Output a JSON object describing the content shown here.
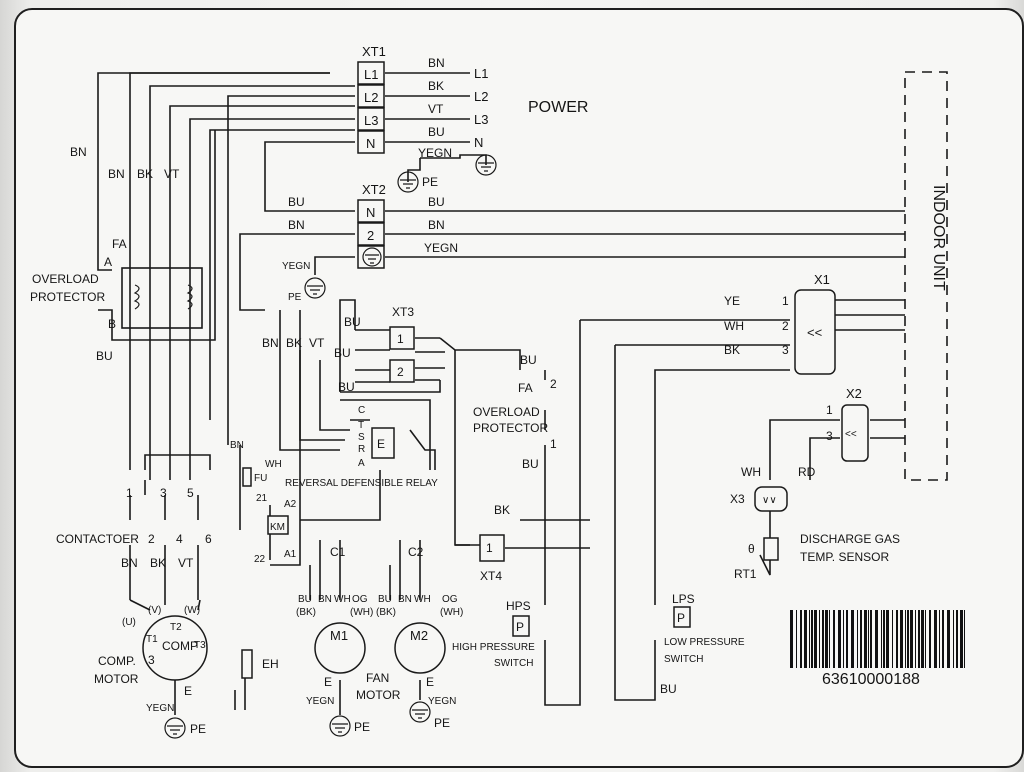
{
  "power": {
    "title": "POWER",
    "lines": [
      "L1",
      "L2",
      "L3",
      "N"
    ],
    "earth": "PE",
    "wire_colors": [
      "BN",
      "BK",
      "VT",
      "BU",
      "YEGN"
    ]
  },
  "terminals": {
    "xt1": {
      "label": "XT1",
      "pins": [
        "L1",
        "L2",
        "L3",
        "N"
      ]
    },
    "xt2": {
      "label": "XT2",
      "pins": [
        "N",
        "2"
      ]
    },
    "xt3": {
      "label": "XT3",
      "pins": [
        "1",
        "2"
      ]
    },
    "xt4": {
      "label": "XT4",
      "pins": [
        "1"
      ]
    },
    "x1": {
      "label": "X1"
    },
    "x2": {
      "label": "X2"
    },
    "x3": {
      "label": "X3"
    }
  },
  "indoor": {
    "label": "INDOOR UNIT",
    "wires": [
      {
        "color": "YE",
        "pin": "1"
      },
      {
        "color": "WH",
        "pin": "2"
      },
      {
        "color": "BK",
        "pin": "3"
      }
    ],
    "x2_pins": [
      "1",
      "3"
    ]
  },
  "left": {
    "overload": {
      "fa": "FA",
      "label": [
        "OVERLOAD",
        "PROTECTOR"
      ],
      "a": "A",
      "b": "B",
      "bu": "BU"
    },
    "contactor": {
      "label": "CONTACTOER",
      "top_pins": [
        "1",
        "3",
        "5"
      ],
      "bottom_pins": [
        "2",
        "4",
        "6"
      ],
      "wires": [
        "BN",
        "BK",
        "VT"
      ],
      "phases": [
        "(U)",
        "(V)",
        "(W)"
      ]
    },
    "comp": {
      "label": [
        "COMP.",
        "MOTOR"
      ],
      "center": "COMP",
      "t": [
        "T1",
        "T2",
        "T3"
      ],
      "num": "3",
      "e": "E",
      "earth_wire": "YEGN",
      "pe": "PE"
    },
    "top_wires": [
      "BN",
      "BN",
      "BK",
      "VT"
    ]
  },
  "relay": {
    "label": "REVERSAL DEFENSIBLE RELAY",
    "pins": [
      "C",
      "T",
      "S",
      "R",
      "A"
    ],
    "e": "E",
    "bn": "BN",
    "wh": "WH",
    "fu": "FU",
    "km": "KM",
    "km_pins": [
      "21",
      "22",
      "A2",
      "A1"
    ],
    "eh": "EH"
  },
  "xt3_area": {
    "bu": "BU",
    "wires": [
      "BN",
      "BK",
      "VT"
    ],
    "bu_top": "BU",
    "bu_bottom": "BU"
  },
  "xt2_area": {
    "bu": "BU",
    "bn": "BN",
    "yegn": "YEGN",
    "pe": "PE",
    "wires": [
      "BU",
      "BN",
      "YEGN"
    ]
  },
  "fan": {
    "c1": "C1",
    "c2": "C2",
    "m1": "M1",
    "m2": "M2",
    "label": [
      "FAN",
      "MOTOR"
    ],
    "m1_wires": [
      "BU",
      "BN",
      "WH",
      "OG"
    ],
    "m1_alt": [
      "(BK)",
      "(WH)"
    ],
    "m2_wires": [
      "BU",
      "BN",
      "WH",
      "OG"
    ],
    "m2_alt": [
      "(BK)",
      "(WH)"
    ],
    "e": "E",
    "earth_wire": "YEGN",
    "pe": "PE"
  },
  "switches": {
    "fa": {
      "label": "FA",
      "pins": [
        "2",
        "1"
      ],
      "caption": [
        "OVERLOAD",
        "PROTECTOR"
      ],
      "wires": [
        "BU",
        "BU"
      ]
    },
    "hps": {
      "label": "HPS",
      "p": "P",
      "caption": [
        "HIGH PRESSURE",
        "SWITCH"
      ]
    },
    "lps": {
      "label": "LPS",
      "p": "P",
      "caption": [
        "LOW PRESSURE",
        "SWITCH"
      ],
      "wire": "BU"
    },
    "bk": "BK"
  },
  "sensor": {
    "wh": "WH",
    "rd": "RD",
    "theta": "θ",
    "rt1": "RT1",
    "caption": [
      "DISCHARGE GAS",
      "TEMP. SENSOR"
    ]
  },
  "barcode": {
    "number": "63610000188"
  }
}
